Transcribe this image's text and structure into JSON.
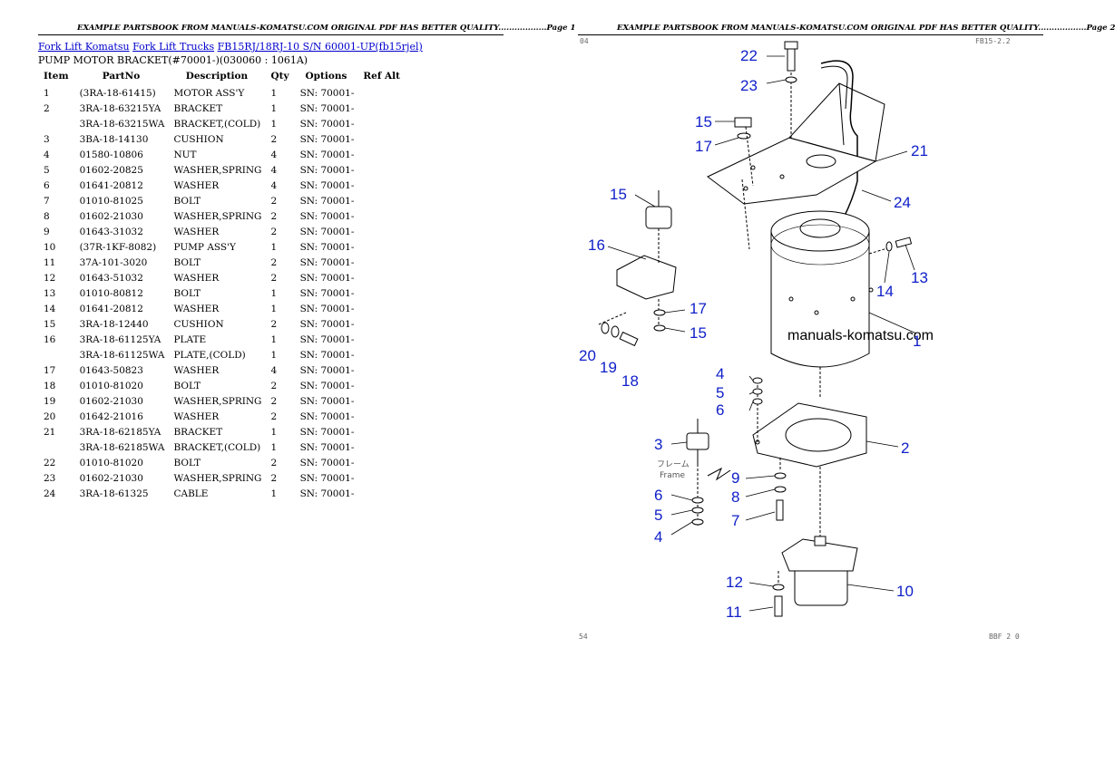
{
  "page1": {
    "header": "EXAMPLE PARTSBOOK FROM MANUALS-KOMATSU.COM ORIGINAL PDF HAS BETTER QUALITY..................Page 1"
  },
  "page2": {
    "header": "EXAMPLE PARTSBOOK FROM MANUALS-KOMATSU.COM ORIGINAL PDF HAS BETTER QUALITY..................Page 2",
    "top_left_mark": "04",
    "top_right_mark": "FB15-2.2",
    "bottom_left_mark": "54",
    "bottom_right_mark": "BBF 2 0"
  },
  "breadcrumb": {
    "link1": "Fork Lift Komatsu",
    "link2": "Fork Lift Trucks",
    "link3": "FB15RJ/18RJ-10 S/N 60001-UP(fb15rjel)"
  },
  "subtitle": "PUMP MOTOR BRACKET(#70001-)(030060 : 1061A)",
  "table": {
    "headers": [
      "Item",
      "PartNo",
      "Description",
      "Qty",
      "Options",
      "Ref Alt"
    ],
    "rows": [
      [
        "1",
        "(3RA-18-61415)",
        "MOTOR ASS'Y",
        "1",
        "SN: 70001-",
        ""
      ],
      [
        "2",
        "3RA-18-63215YA",
        "BRACKET",
        "1",
        "SN: 70001-",
        ""
      ],
      [
        "",
        "3RA-18-63215WA",
        "BRACKET,(COLD)",
        "1",
        "SN: 70001-",
        ""
      ],
      [
        "3",
        "3BA-18-14130",
        "CUSHION",
        "2",
        "SN: 70001-",
        ""
      ],
      [
        "4",
        "01580-10806",
        "NUT",
        "4",
        "SN: 70001-",
        ""
      ],
      [
        "5",
        "01602-20825",
        "WASHER,SPRING",
        "4",
        "SN: 70001-",
        ""
      ],
      [
        "6",
        "01641-20812",
        "WASHER",
        "4",
        "SN: 70001-",
        ""
      ],
      [
        "7",
        "01010-81025",
        "BOLT",
        "2",
        "SN: 70001-",
        ""
      ],
      [
        "8",
        "01602-21030",
        "WASHER,SPRING",
        "2",
        "SN: 70001-",
        ""
      ],
      [
        "9",
        "01643-31032",
        "WASHER",
        "2",
        "SN: 70001-",
        ""
      ],
      [
        "10",
        "(37R-1KF-8082)",
        "PUMP ASS'Y",
        "1",
        "SN: 70001-",
        ""
      ],
      [
        "11",
        "37A-101-3020",
        "BOLT",
        "2",
        "SN: 70001-",
        ""
      ],
      [
        "12",
        "01643-51032",
        "WASHER",
        "2",
        "SN: 70001-",
        ""
      ],
      [
        "13",
        "01010-80812",
        "BOLT",
        "1",
        "SN: 70001-",
        ""
      ],
      [
        "14",
        "01641-20812",
        "WASHER",
        "1",
        "SN: 70001-",
        ""
      ],
      [
        "15",
        "3RA-18-12440",
        "CUSHION",
        "2",
        "SN: 70001-",
        ""
      ],
      [
        "16",
        "3RA-18-61125YA",
        "PLATE",
        "1",
        "SN: 70001-",
        ""
      ],
      [
        "",
        "3RA-18-61125WA",
        "PLATE,(COLD)",
        "1",
        "SN: 70001-",
        ""
      ],
      [
        "17",
        "01643-50823",
        "WASHER",
        "4",
        "SN: 70001-",
        ""
      ],
      [
        "18",
        "01010-81020",
        "BOLT",
        "2",
        "SN: 70001-",
        ""
      ],
      [
        "19",
        "01602-21030",
        "WASHER,SPRING",
        "2",
        "SN: 70001-",
        ""
      ],
      [
        "20",
        "01642-21016",
        "WASHER",
        "2",
        "SN: 70001-",
        ""
      ],
      [
        "21",
        "3RA-18-62185YA",
        "BRACKET",
        "1",
        "SN: 70001-",
        ""
      ],
      [
        "",
        "3RA-18-62185WA",
        "BRACKET,(COLD)",
        "1",
        "SN: 70001-",
        ""
      ],
      [
        "22",
        "01010-81020",
        "BOLT",
        "2",
        "SN: 70001-",
        ""
      ],
      [
        "23",
        "01602-21030",
        "WASHER,SPRING",
        "2",
        "SN: 70001-",
        ""
      ],
      [
        "24",
        "3RA-18-61325",
        "CABLE",
        "1",
        "SN: 70001-",
        ""
      ]
    ]
  },
  "diagram": {
    "watermark": "manuals-komatsu.com",
    "frame_jp": "フレーム",
    "frame_en": "Frame",
    "callout_color": "#1020c8",
    "callouts": {
      "c22": "22",
      "c23": "23",
      "c15a": "15",
      "c17a": "17",
      "c21": "21",
      "c15b": "15",
      "c24": "24",
      "c16": "16",
      "c13": "13",
      "c14": "14",
      "c17b": "17",
      "c15c": "15",
      "c1": "1",
      "c20": "20",
      "c19": "19",
      "c18": "18",
      "c4a": "4",
      "c5a": "5",
      "c6a": "6",
      "c2": "2",
      "c3": "3",
      "c9": "9",
      "c8": "8",
      "c7": "7",
      "c6b": "6",
      "c5b": "5",
      "c4b": "4",
      "c12": "12",
      "c10": "10",
      "c11": "11"
    }
  }
}
